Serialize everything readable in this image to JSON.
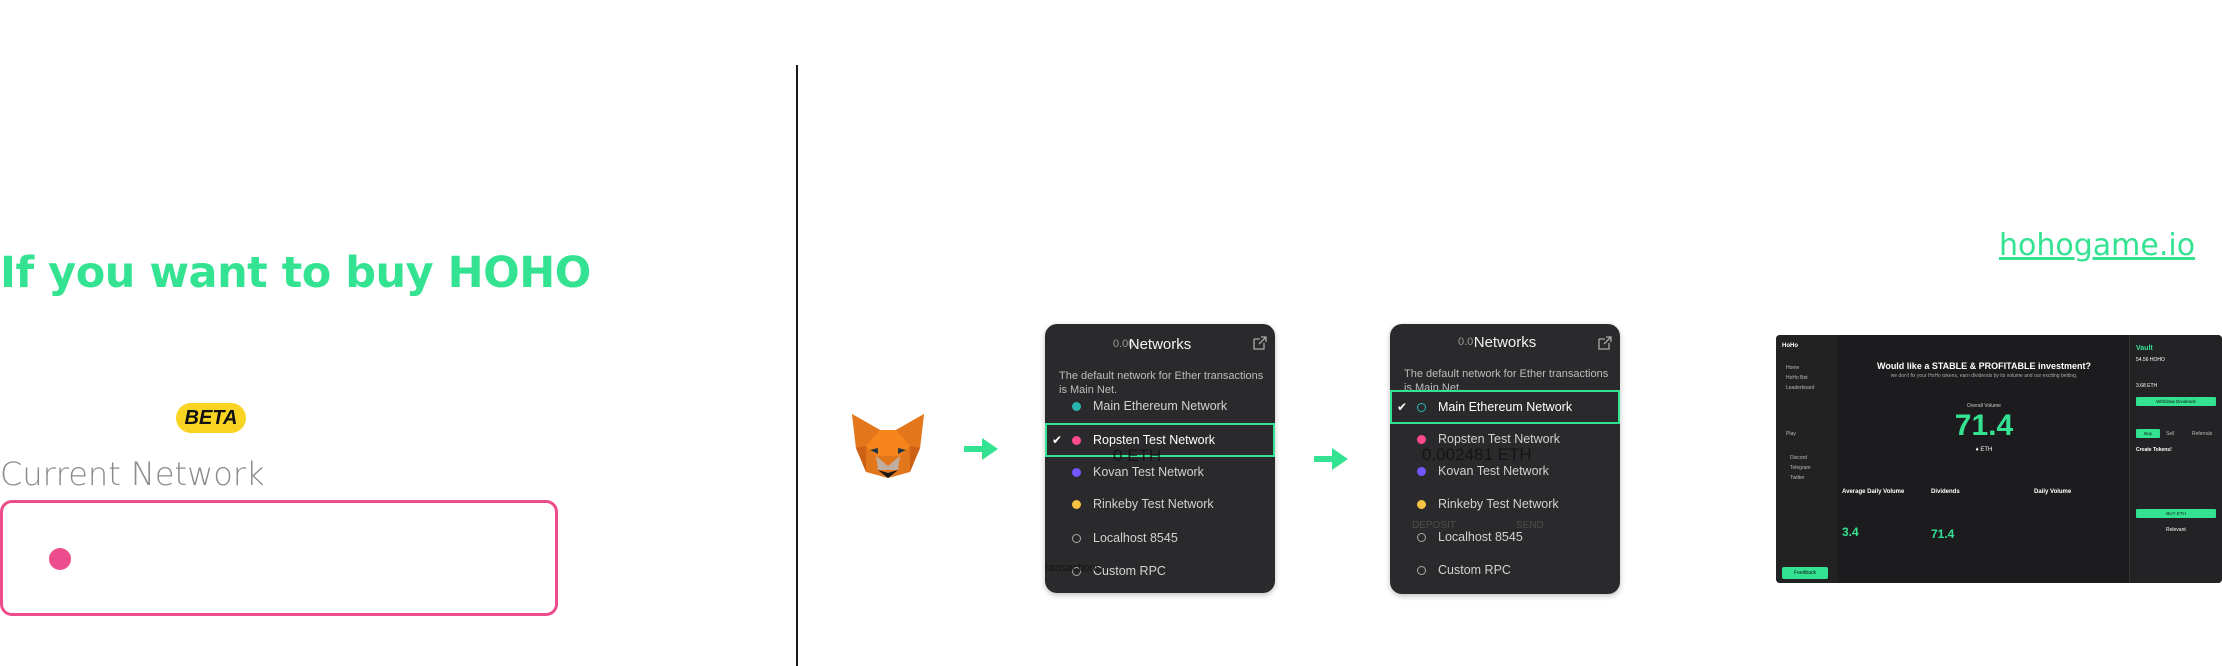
{
  "left": {
    "title": "If you want to buy HOHO",
    "beta_badge": "BETA",
    "current_network_label": "Current Network",
    "network_dot_color": "#ee4d8d"
  },
  "right": {
    "site_link": "hohogame.io",
    "fox_icon": "metamask-fox-icon",
    "arrow_icon": "arrow-right-icon",
    "menu1": {
      "bg_top": "0.00",
      "title": "Networks",
      "description": "The default network for Ether transactions is Main Net.",
      "ghost_balance": "0 ETH",
      "ghost_tx": "ransactions",
      "items": [
        {
          "label": "Main Ethereum Network",
          "color": "#29b6af"
        },
        {
          "label": "Ropsten Test Network",
          "color": "#ff4a8d",
          "selected": true
        },
        {
          "label": "Kovan Test Network",
          "color": "#7057ff"
        },
        {
          "label": "Rinkeby Test Network",
          "color": "#f6c343"
        },
        {
          "label": "Localhost 8545",
          "color": ""
        },
        {
          "label": "Custom RPC",
          "color": ""
        }
      ]
    },
    "menu2": {
      "bg_top": "0.0",
      "title": "Networks",
      "description": "The default network for Ether transactions is Main Net.",
      "ghost_balance": "0.002481 ETH",
      "ghost_deposit": "DEPOSIT",
      "ghost_send": "SEND",
      "items": [
        {
          "label": "Main Ethereum Network",
          "color": "#29b6af",
          "selected": true
        },
        {
          "label": "Ropsten Test Network",
          "color": "#ff4a8d"
        },
        {
          "label": "Kovan Test Network",
          "color": "#7057ff"
        },
        {
          "label": "Rinkeby Test Network",
          "color": "#f6c343"
        },
        {
          "label": "Localhost 8545",
          "color": ""
        },
        {
          "label": "Custom RPC",
          "color": ""
        }
      ]
    },
    "dashboard": {
      "logo": "HoHo",
      "nav": [
        "Home",
        "HoHo Bet",
        "Leaderboard",
        "Play",
        "Discord",
        "Telegram",
        "Twitter"
      ],
      "feedback": "Feedback",
      "headline": "Would like a STABLE & PROFITABLE investment?",
      "subline": "we don't fix your HoHo tokens, earn dividends by its volume and our exciting betting.",
      "overall_label": "Overall Volume",
      "overall_value": "71.4",
      "overall_unit": "♦ ETH",
      "avg_title": "Average Daily Volume",
      "avg_value": "3.4",
      "div_title": "Dividends",
      "div_value": "71.4",
      "daily_title": "Daily Volume",
      "vault_title": "Vault",
      "vault_balance": "54.56 HOHO",
      "vault_eth": "3.68 ETH",
      "vault_withdraw": "Withdraw Dividends",
      "vault_tabs": [
        "Buy",
        "Sell",
        "Referrals"
      ],
      "vault_create": "Create Tokens!",
      "vault_btn": "BUY ETH",
      "vault_btn2": "Relevant"
    }
  }
}
